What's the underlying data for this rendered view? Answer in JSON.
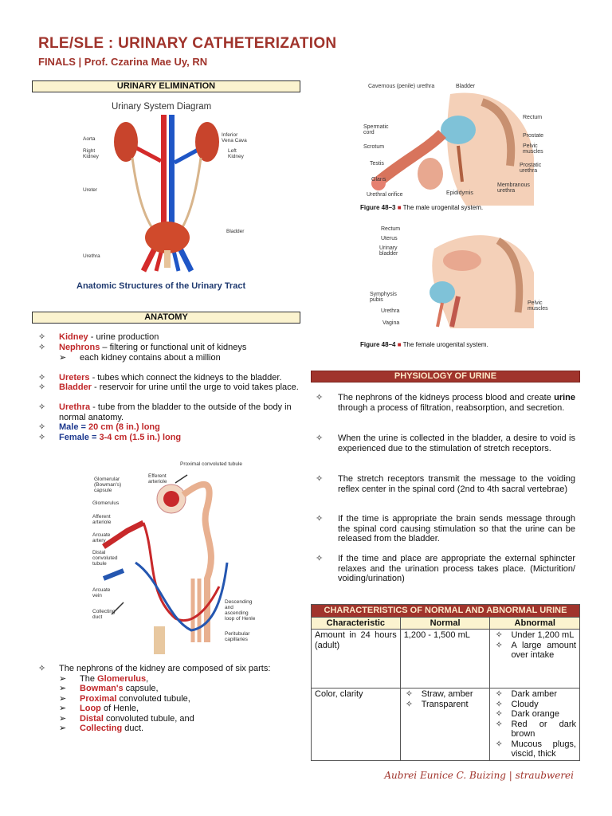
{
  "header": {
    "title": "RLE/SLE : URINARY CATHETERIZATION",
    "subtitle": "FINALS | Prof. Czarina Mae Uy, RN"
  },
  "sections": {
    "urinary_elimination": "URINARY ELIMINATION",
    "anatomy": "ANATOMY",
    "physiology": "PHYSIOLOGY OF URINE"
  },
  "urinary_diagram": {
    "title": "Urinary System Diagram",
    "labels": {
      "aorta": "Aorta",
      "right_kidney": "Right Kidney",
      "ivc": "Inferior Vena Cava",
      "left_kidney": "Left Kidney",
      "ureter": "Ureter",
      "bladder": "Bladder",
      "urethra": "Urethra"
    },
    "caption": "Anatomic Structures of the Urinary Tract"
  },
  "male_figure": {
    "labels": {
      "cavernous": "Cavernous (penile) urethra",
      "bladder": "Bladder",
      "rectum": "Rectum",
      "spermatic": "Spermatic cord",
      "prostate": "Prostate",
      "scrotum": "Scrotum",
      "pelvic": "Pelvic muscles",
      "testis": "Testis",
      "prostatic": "Prostatic urethra",
      "glans": "Glans",
      "membranous": "Membranous urethra",
      "orifice": "Urethral orifice",
      "epididymis": "Epididymis"
    },
    "caption_num": "Figure 48–3",
    "caption_text": "The male urogenital system."
  },
  "female_figure": {
    "labels": {
      "rectum": "Rectum",
      "uterus": "Uterus",
      "bladder": "Urinary bladder",
      "symphysis": "Symphysis pubis",
      "urethra": "Urethra",
      "vagina": "Vagina",
      "pelvic": "Pelvic muscles"
    },
    "caption_num": "Figure 48–4",
    "caption_text": "The female urogenital system."
  },
  "nephron_figure": {
    "labels": {
      "pct": "Proximal convoluted tubule",
      "efferent": "Efferent arteriole",
      "capsule": "Glomerular (Bowman's) capsule",
      "glomerulus": "Glomerulus",
      "afferent": "Afferent arteriole",
      "arcuate_artery": "Arcuate artery",
      "dct": "Distal convoluted tubule",
      "arcuate_vein": "Arcuate vein",
      "collecting": "Collecting duct",
      "loop": "Descending and ascending loop of Henle",
      "peritubular": "Peritubular capillaries"
    }
  },
  "anatomy": {
    "bullet": "✧",
    "arrow": "➢",
    "kidney_term": "Kidney",
    "kidney_desc": " - urine production",
    "nephrons_term": "Nephrons",
    "nephrons_desc": " – filtering or functional unit of kidneys",
    "nephrons_sub": "each kidney contains about a million",
    "ureters_term": "Ureters",
    "ureters_desc": " - tubes which connect the kidneys to the bladder.",
    "bladder_term": "Bladder",
    "bladder_desc": " - reservoir for urine until the urge to void takes place.",
    "urethra_term": "Urethra",
    "urethra_desc": " - tube from the bladder to the outside of the body in normal anatomy.",
    "male_term": "Male",
    "male_eq": " = ",
    "male_val": "20 cm (8 in.) long",
    "female_term": "Female",
    "female_eq": " = ",
    "female_val": "3-4 cm (1.5 in.) long",
    "parts_intro": "The nephrons of the kidney are composed of six parts:",
    "parts": [
      {
        "pre": "The ",
        "term": "Glomerulus",
        "post": ","
      },
      {
        "pre": "",
        "term": "Bowman's",
        "post": " capsule,"
      },
      {
        "pre": "",
        "term": "Proximal",
        "post": " convoluted tubule,"
      },
      {
        "pre": "",
        "term": "Loop",
        "post": " of Henle,"
      },
      {
        "pre": "",
        "term": "Distal",
        "post": " convoluted tubule, and"
      },
      {
        "pre": "",
        "term": "Collecting",
        "post": " duct."
      }
    ]
  },
  "physiology": {
    "p1_a": "The nephrons of the kidneys process blood and create ",
    "p1_b": "urine",
    "p1_c": " through a process of filtration, reabsorption, and secretion.",
    "p2": "When the urine is collected in the bladder, a desire to void is experienced due to the stimulation of stretch receptors.",
    "p3": "The stretch receptors transmit the message to the voiding reflex center in the spinal cord (2nd to 4th sacral vertebrae)",
    "p4": "If the time is appropriate the brain sends message through the spinal cord causing stimulation so that the urine can be released from the bladder.",
    "p5": "If the time and place are appropriate the external sphincter relaxes and the urination process takes place. (Micturition/ voiding/urination)"
  },
  "characteristics": {
    "caption": "CHARACTERISTICS OF NORMAL AND ABNORMAL URINE",
    "headers": [
      "Characteristic",
      "Normal",
      "Abnormal"
    ],
    "row1": {
      "characteristic": "Amount in 24 hours (adult)",
      "normal": "1,200 - 1,500 mL",
      "abnormal": [
        "Under 1,200 mL",
        "A large amount over intake"
      ]
    },
    "row2": {
      "characteristic": "Color, clarity",
      "normal": [
        "Straw, amber",
        "Transparent"
      ],
      "abnormal": [
        "Dark amber",
        "Cloudy",
        "Dark orange",
        "Red or dark brown",
        "Mucous plugs, viscid, thick"
      ]
    }
  },
  "footer": {
    "signature": "Aubrei Eunice C. Buizing | straubwerei"
  },
  "colors": {
    "accent": "#a0342c",
    "section_fill": "#fbf3cf",
    "term_red": "#c0282a",
    "term_blue": "#1f3a8f"
  }
}
